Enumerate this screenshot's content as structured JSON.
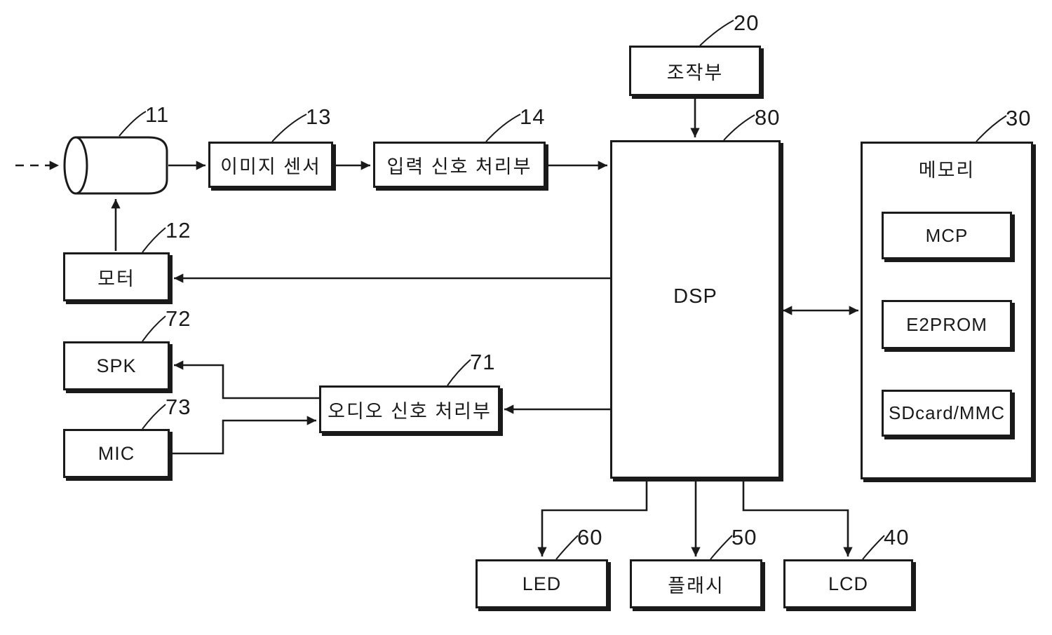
{
  "colors": {
    "background": "#ffffff",
    "line": "#1a1a1a"
  },
  "nodes": {
    "lens": {
      "ref": "11"
    },
    "motor": {
      "label": "모터",
      "ref": "12"
    },
    "image_sensor": {
      "label": "이미지 센서",
      "ref": "13"
    },
    "input_signal_processor": {
      "label": "입력 신호 처리부",
      "ref": "14"
    },
    "control_panel": {
      "label": "조작부",
      "ref": "20"
    },
    "memory": {
      "label": "메모리",
      "ref": "30"
    },
    "mcp": {
      "label": "MCP"
    },
    "e2prom": {
      "label": "E2PROM"
    },
    "sdcard_mmc": {
      "label": "SDcard/MMC"
    },
    "lcd": {
      "label": "LCD",
      "ref": "40"
    },
    "flash": {
      "label": "플래시",
      "ref": "50"
    },
    "led": {
      "label": "LED",
      "ref": "60"
    },
    "audio_signal_processor": {
      "label": "오디오 신호 처리부",
      "ref": "71"
    },
    "spk": {
      "label": "SPK",
      "ref": "72"
    },
    "mic": {
      "label": "MIC",
      "ref": "73"
    },
    "dsp": {
      "label": "DSP",
      "ref": "80"
    }
  }
}
